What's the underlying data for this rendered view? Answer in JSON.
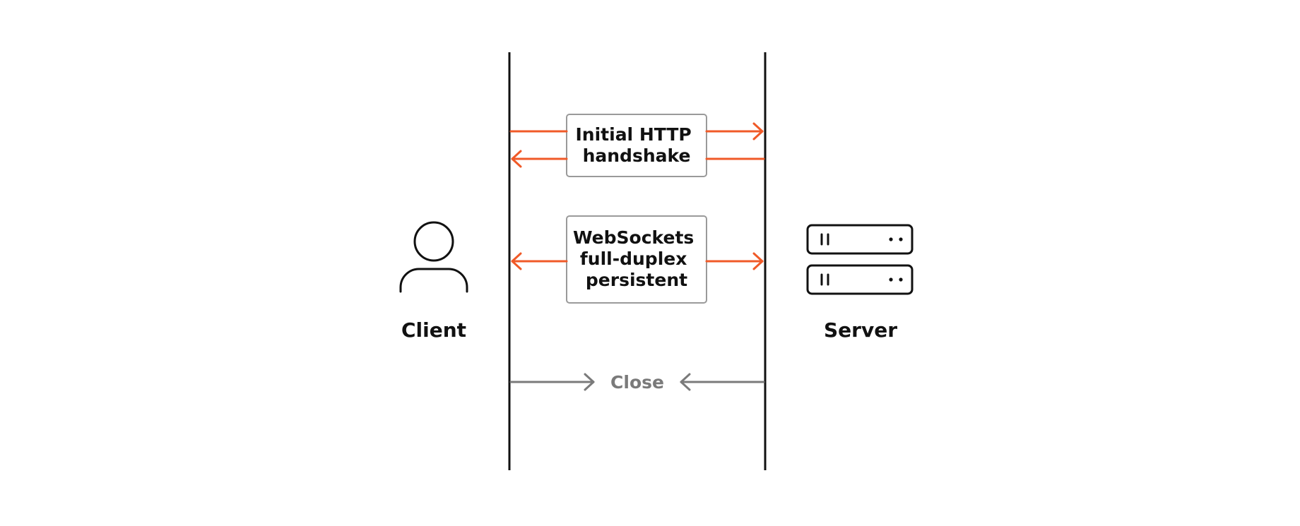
{
  "diagram": {
    "client": {
      "label": "Client",
      "icon": "person-icon"
    },
    "server": {
      "label": "Server",
      "icon": "server-icon"
    },
    "handshake": {
      "lines": [
        "Initial HTTP",
        "handshake"
      ]
    },
    "websockets": {
      "lines": [
        "WebSockets",
        "full-duplex",
        "persistent"
      ]
    },
    "close": {
      "label": "Close"
    },
    "colors": {
      "accent": "#f05a28",
      "line": "#111111",
      "muted": "#7a7a7a",
      "box_border": "#9a9a9a",
      "text": "#111111"
    }
  }
}
